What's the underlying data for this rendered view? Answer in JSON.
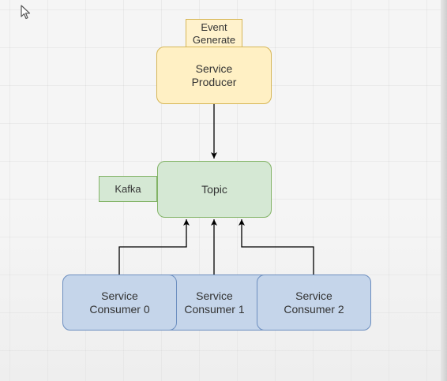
{
  "diagram": {
    "event_label": "Event\nGenerate",
    "producer_label": "Service\nProducer",
    "topic_label": "Topic",
    "kafka_label": "Kafka",
    "consumers": [
      {
        "label": "Service\nConsumer 0"
      },
      {
        "label": "Service\nConsumer 1"
      },
      {
        "label": "Service\nConsumer 2"
      }
    ]
  },
  "colors": {
    "producer_fill": "#fff0c4",
    "producer_stroke": "#d6b656",
    "topic_fill": "#d5e8d4",
    "topic_stroke": "#82b366",
    "consumer_fill": "#c5d5ea",
    "consumer_stroke": "#6c8ebf",
    "edge": "#000000"
  },
  "icons": {
    "cursor": "mouse-pointer-icon"
  }
}
